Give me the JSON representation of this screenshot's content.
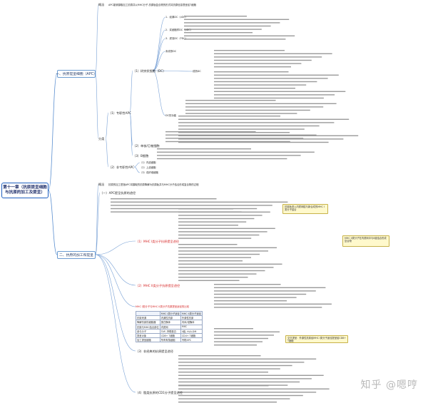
{
  "root": {
    "title": "第十一章（抗原提呈细胞与抗原的加工及提呈）"
  },
  "branches": {
    "apc": "一、抗原提呈细胞（APC）",
    "processing": "二、抗原的加工和提呈"
  },
  "apc": {
    "concept_label": "概念",
    "concept_text": "APC能够摄取加工抗原并以MHC分子-抗原肽复合物的形式将抗原信息提呈给T细胞",
    "classify_label": "分类",
    "professional": "（1）专职性APC",
    "nonprofessional": "（2）非专职性APC",
    "dc": "（1）树突状细胞（DC）",
    "macrophage": "（2）单核/巨噬细胞",
    "bcell": "（3）B细胞",
    "dc_items": [
      "1．经典DC（cDC）",
      "2．浆细胞样DC（pDC）",
      "3．滤泡DC（FDC）"
    ],
    "imm_dc": "未成熟DC",
    "mat_dc": "成熟DC",
    "dc_func": "DC的功能",
    "np_items": [
      "（1）内皮细胞",
      "（2）上皮细胞",
      "（3）成纤维细胞"
    ]
  },
  "processing": {
    "concept_label": "概念",
    "concept_text": "抗原的加工是指APC将摄取的抗原降解为抗原肽并与MHC分子结合形成复合物的过程",
    "paths_label": "（一）APC提呈抗原的途径",
    "pathways": [
      "（1）MHC I类分子抗原提呈途径",
      "（2）MHC II类分子抗原提呈途径",
      "（3）非经典的抗原提呈途径",
      "（4）脂类抗原的CD1分子提呈途径"
    ],
    "compare_label": "MHC I类分子与MHC II类分子抗原提呈途径的比较",
    "compare_table": [
      [
        "",
        "MHC I类分子途径",
        "MHC II类分子途径"
      ],
      [
        "抗原来源",
        "内源性抗原",
        "外源性抗原"
      ],
      [
        "降解抗原的细胞器",
        "蛋白酶体",
        "内体/溶酶体"
      ],
      [
        "抗原与MHC结合部位",
        "内质网",
        "MIIC"
      ],
      [
        "参与分子",
        "TAP, 钙联蛋白",
        "Ii链, HLA-DM"
      ],
      [
        "提呈对象",
        "CD8+ T细胞",
        "CD4+ T细胞"
      ],
      [
        "加工提呈细胞",
        "所有有核细胞",
        "专职APC"
      ]
    ],
    "side_notes": [
      "抗原肽进入内质网腔与新合成的MHC I类分子结合",
      "MHC II类分子在内质网中与Ii链结合形成复合物",
      "交叉提呈：外源性抗原经MHC I类分子途径提呈给CD8+ T细胞"
    ]
  },
  "watermark": "知乎 @嗯哼"
}
